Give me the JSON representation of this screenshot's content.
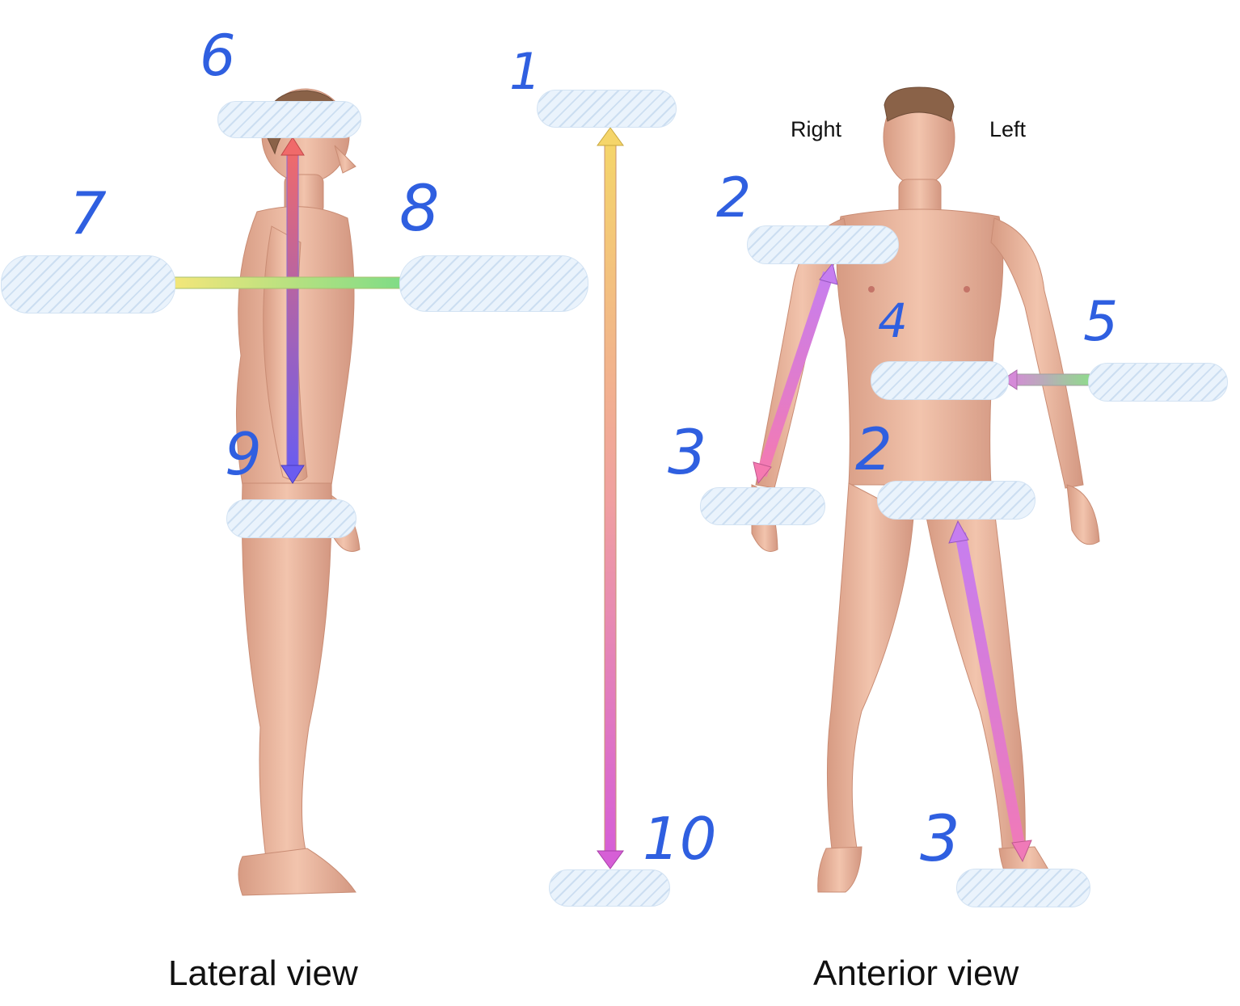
{
  "captions": {
    "lateral": "Lateral view",
    "anterior": "Anterior view"
  },
  "side_labels": {
    "right": "Right",
    "left": "Left"
  },
  "numbers": {
    "n1": "1",
    "n2a": "2",
    "n2b": "2",
    "n3a": "3",
    "n3b": "3",
    "n4": "4",
    "n5": "5",
    "n6": "6",
    "n7": "7",
    "n8": "8",
    "n9": "9",
    "n10": "10"
  },
  "colors": {
    "number_ink": "#2f5fe0",
    "blank_fill": "#eaf3fc",
    "skin": "#e9b39c"
  },
  "icons": {
    "figure_lateral": "human-body-lateral",
    "figure_anterior": "human-body-anterior"
  }
}
